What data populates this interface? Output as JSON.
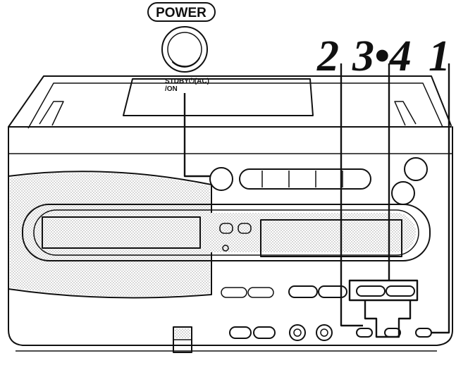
{
  "power_button": {
    "label": "POWER",
    "standby_label_line1": "STDBY⏻(AC)",
    "standby_label_line2": "/ON"
  },
  "step_numbers": [
    "2",
    "3•4",
    "1"
  ]
}
